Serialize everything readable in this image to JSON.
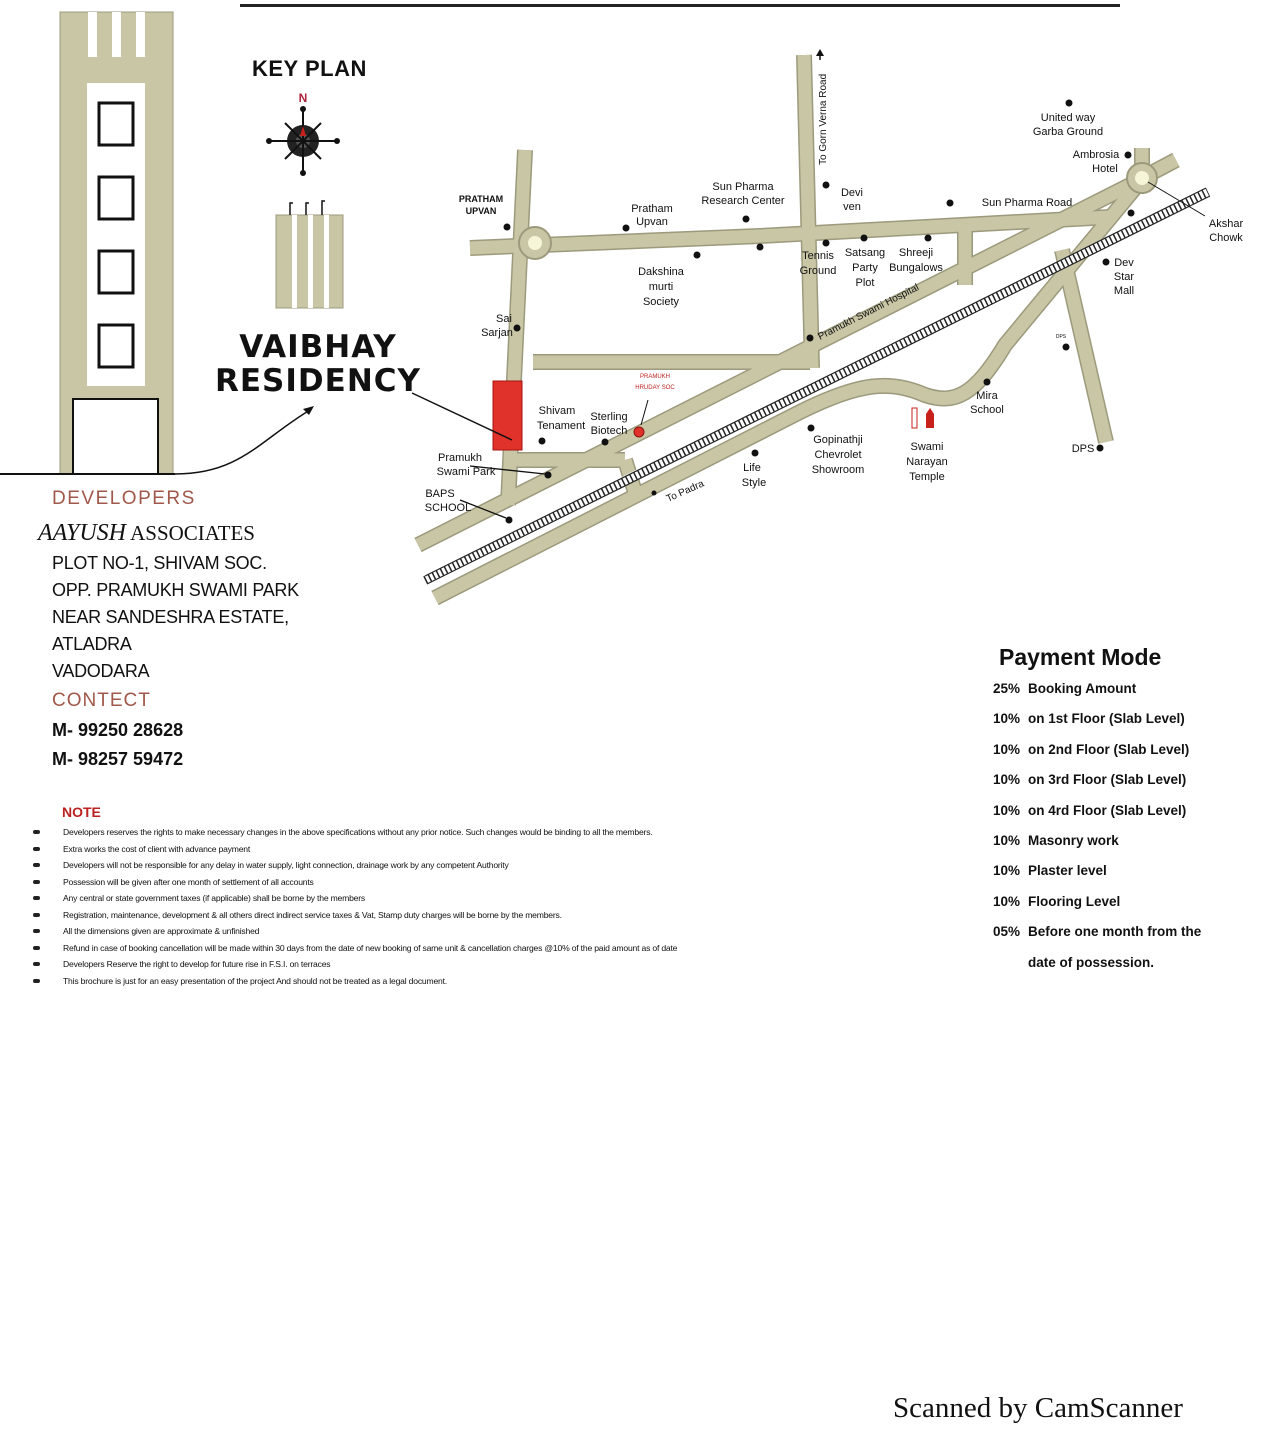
{
  "key_plan": {
    "heading": "KEY PLAN",
    "north_label": "N"
  },
  "project": {
    "line1": "VAIBHAY",
    "line2": "RESIDENCY"
  },
  "developers": {
    "heading": "DEVELOPERS",
    "company_name": "AAYUSH",
    "company_suffix": "ASSOCIATES",
    "address": [
      "PLOT NO-1, SHIVAM SOC.",
      "OPP. PRAMUKH SWAMI PARK",
      "NEAR SANDESHRA ESTATE,",
      "ATLADRA",
      "VADODARA"
    ],
    "contact_heading": "CONTECT",
    "phones": [
      "M- 99250 28628",
      "M- 98257 59472"
    ]
  },
  "map": {
    "colors": {
      "road": "#c9c6a6",
      "road_edge": "#9c9a7c",
      "site": "#e0322a",
      "landmark_red": "#c8211c"
    },
    "labels": {
      "pratham_upvan_caps": [
        "PRATHAM",
        "UPVAN"
      ],
      "pratham_upvan": [
        "Pratham",
        "Upvan"
      ],
      "sun_pharma_research": [
        "Sun Pharma",
        "Research Center"
      ],
      "gorwa_road": "To Gorn Verna Road",
      "devi_ven": [
        "Devi",
        "ven"
      ],
      "sun_pharma_road": "Sun Pharma Road",
      "united_way": [
        "United way",
        "Garba Ground"
      ],
      "ambrosia": [
        "Ambrosia",
        "Hotel"
      ],
      "akshar_chowk": [
        "Akshar",
        "Chowk"
      ],
      "dev_star_mall": [
        "Dev",
        "Star",
        "Mall"
      ],
      "dakshina": [
        "Dakshina",
        "murti",
        "Society"
      ],
      "tennis": [
        "Tennis",
        "Ground"
      ],
      "satsang": [
        "Satsang",
        "Party",
        "Plot"
      ],
      "shreeji": [
        "Shreeji",
        "Bungalows"
      ],
      "pramukh_hospital": "Pramukh Swami Hospital",
      "sai_sarjan": [
        "Sai",
        "Sarjan"
      ],
      "pramukh_hriday": [
        "PRAMUKH",
        "HRUDAY SOC"
      ],
      "shivam": [
        "Shivam",
        "Tenament"
      ],
      "sterling": [
        "Sterling",
        "Biotech"
      ],
      "pramukh_park": [
        "Pramukh",
        "Swami Park"
      ],
      "baps": [
        "BAPS",
        "SCHOOL"
      ],
      "to_padra": "To Padra",
      "life_style": [
        "Life",
        "Style"
      ],
      "gopinathji": [
        "Gopinathji",
        "Chevrolet",
        "Showroom"
      ],
      "swami_narayan": [
        "Swami",
        "Narayan",
        "Temple"
      ],
      "mira_school": [
        "Mira",
        "School"
      ],
      "dps_small": "DPS",
      "dps": "DPS"
    }
  },
  "note": {
    "heading": "NOTE",
    "items": [
      "Developers reserves the rights to make necessary changes in the above specifications without any prior notice. Such changes would be binding to all the members.",
      "Extra works the cost of client with advance payment",
      "Developers will not be responsible for any delay in water supply, light connection, drainage work by any competent Authority",
      "Possession will be given after one month of settlement of all accounts",
      "Any central or state government taxes (if applicable) shall be borne by the members",
      "Registration, maintenance, development & all others direct indirect service taxes & Vat, Stamp duty charges will be borne by the members.",
      "All the dimensions given are approximate & unfinished",
      "Refund in case of booking cancellation will be made within 30 days from the date of new booking of same unit & cancellation charges @10% of the paid amount as of date",
      "Developers Reserve the right to develop for future rise in F.S.I. on terraces",
      "This brochure is just for an easy presentation of the project And should not be treated as a legal document."
    ]
  },
  "payment": {
    "heading": "Payment Mode",
    "rows": [
      {
        "pct": "25%",
        "text": "Booking Amount"
      },
      {
        "pct": "10%",
        "text": "on 1st Floor (Slab Level)"
      },
      {
        "pct": "10%",
        "text": "on 2nd Floor (Slab Level)"
      },
      {
        "pct": "10%",
        "text": "on 3rd Floor (Slab Level)"
      },
      {
        "pct": "10%",
        "text": "on 4rd Floor (Slab Level)"
      },
      {
        "pct": "10%",
        "text": "Masonry work"
      },
      {
        "pct": "10%",
        "text": "Plaster level"
      },
      {
        "pct": "10%",
        "text": "Flooring Level"
      },
      {
        "pct": "05%",
        "text": "Before one month from the"
      },
      {
        "pct": "",
        "text": "date of possession."
      }
    ]
  },
  "watermark": "Scanned by CamScanner"
}
